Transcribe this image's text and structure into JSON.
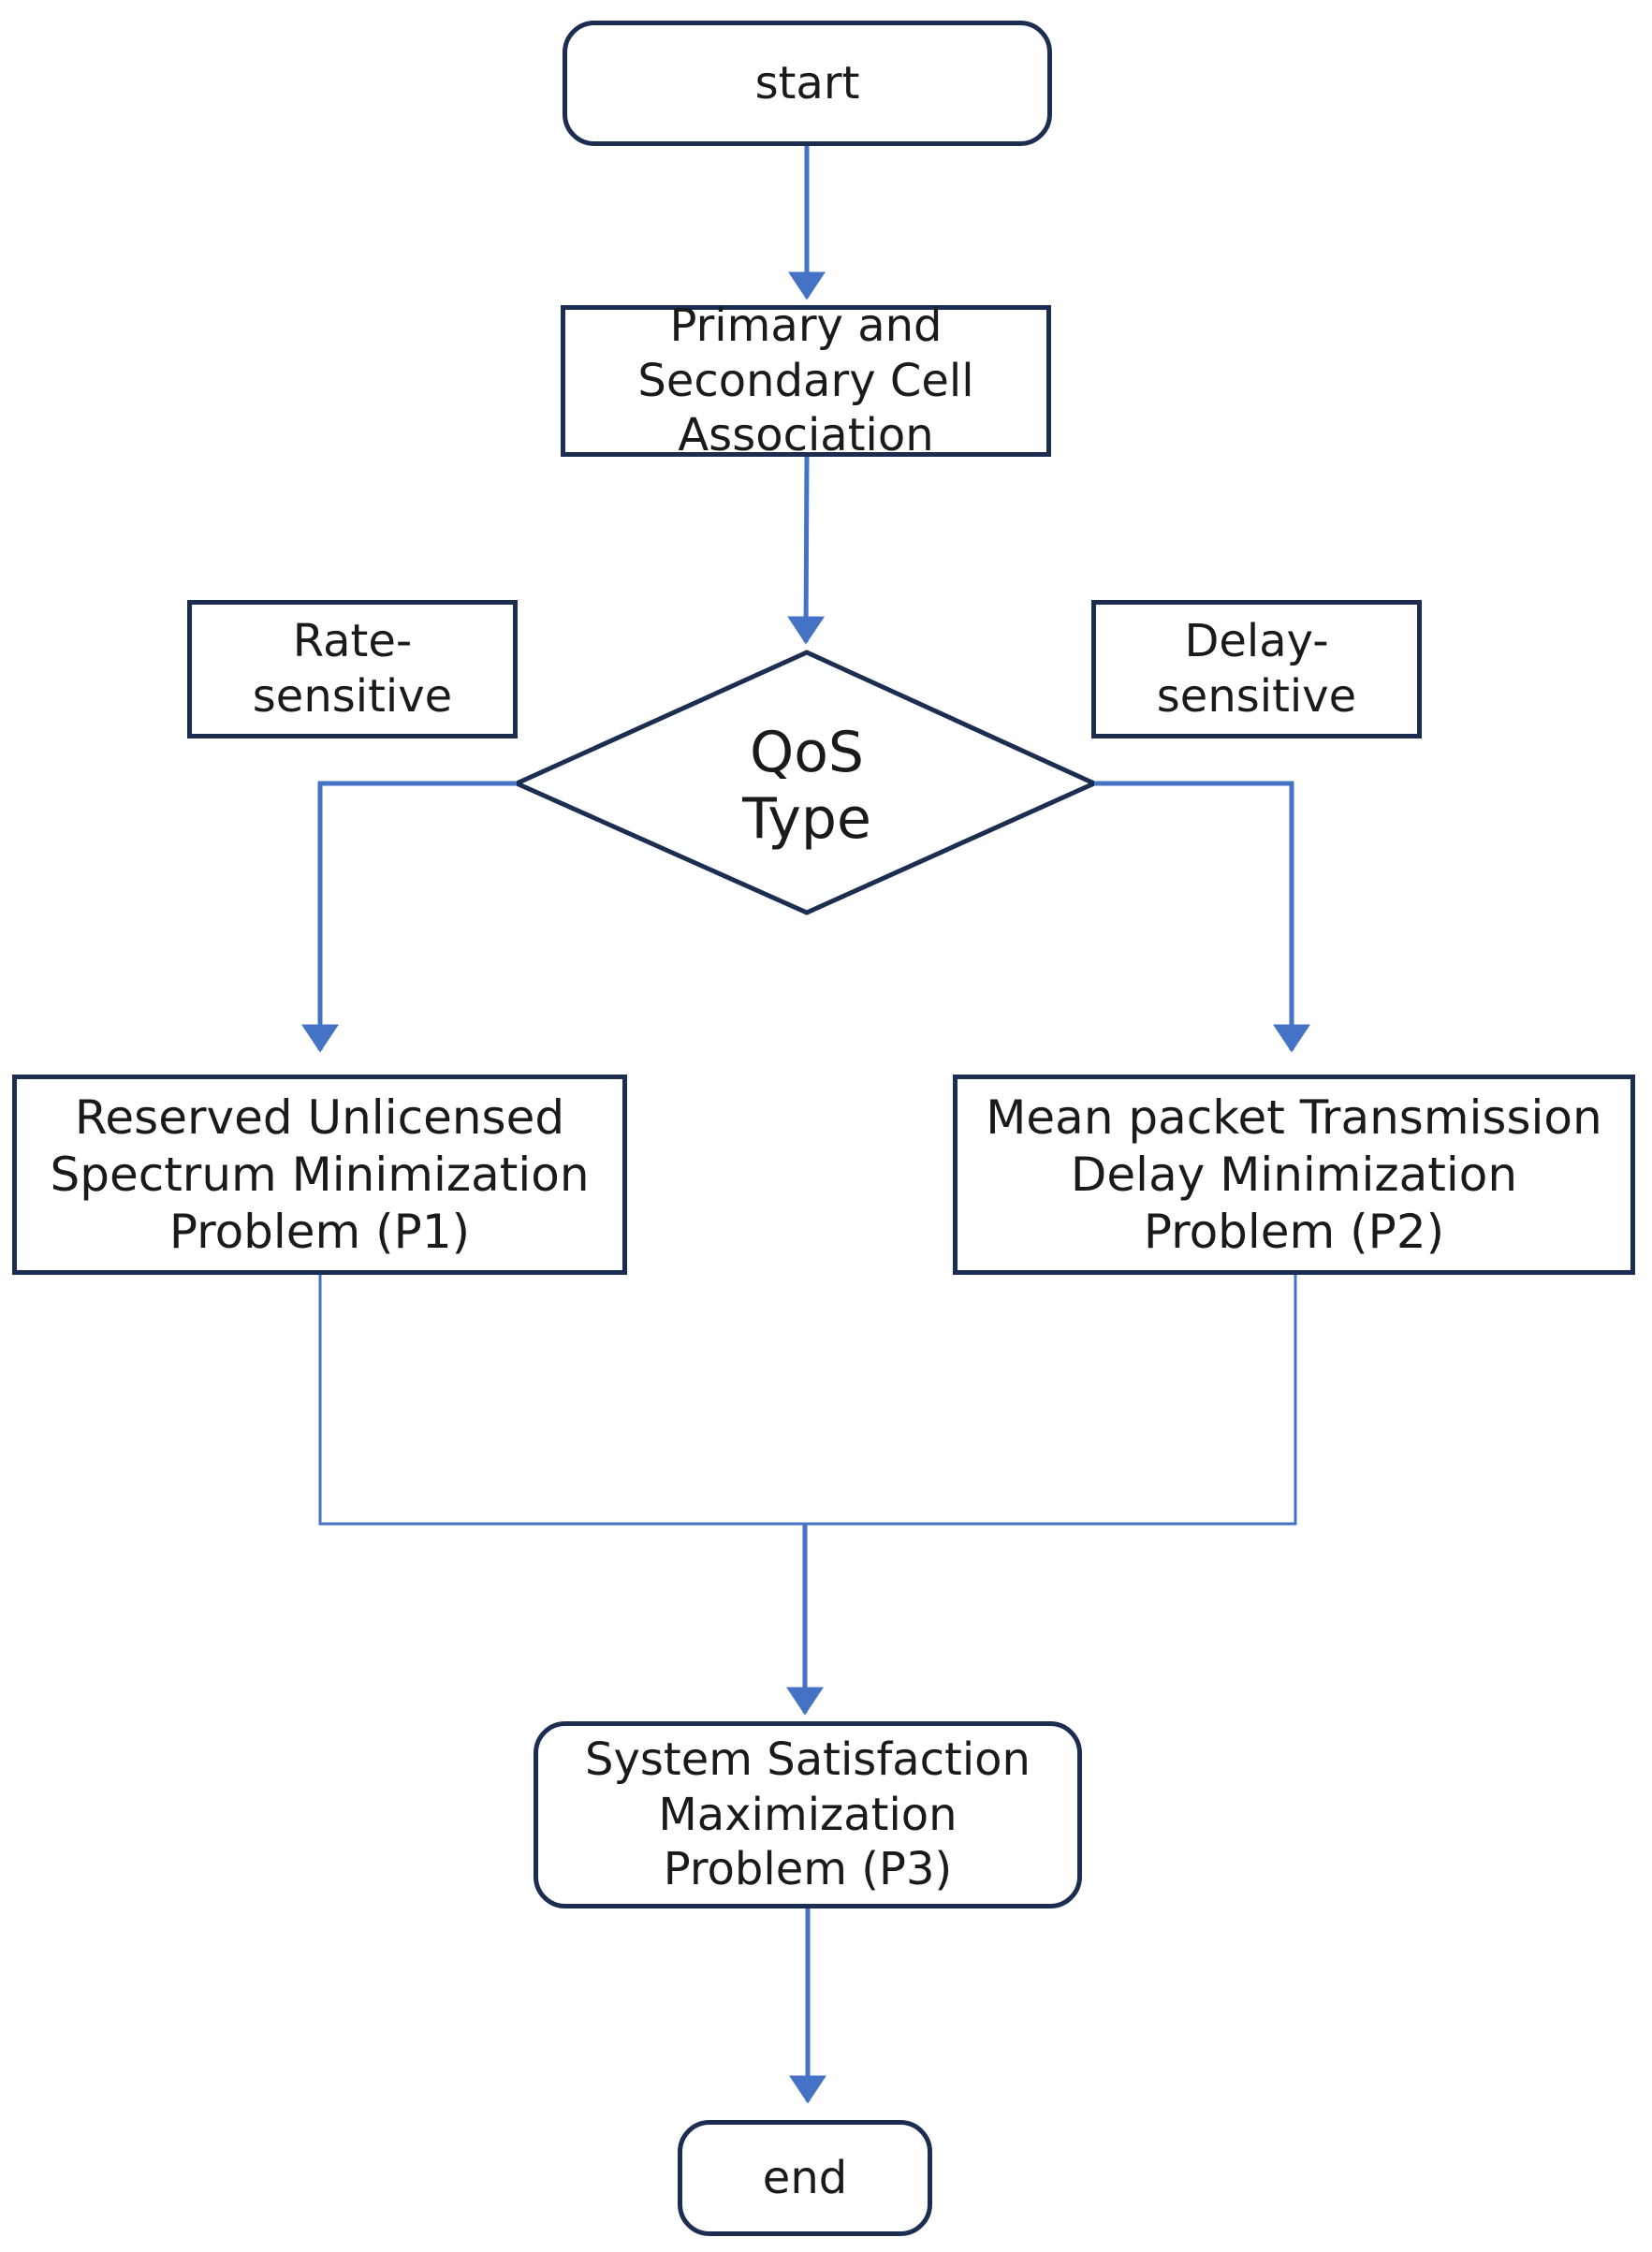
{
  "diagram": {
    "start_label": "start",
    "association_label": "Primary and\nSecondary Cell\nAssociation",
    "decision_label": "QoS\nType",
    "branch_left_label": "Rate-\nsensitive",
    "branch_right_label": "Delay-\nsensitive",
    "p1_label": "Reserved Unlicensed\nSpectrum Minimization\nProblem (P1)",
    "p2_label": "Mean packet Transmission\nDelay Minimization\nProblem (P2)",
    "p3_label": "System Satisfaction\nMaximization\nProblem (P3)",
    "end_label": "end"
  },
  "colors": {
    "box_border": "#1c2d52",
    "connector": "#4472c4",
    "text": "#1a1a1a"
  }
}
